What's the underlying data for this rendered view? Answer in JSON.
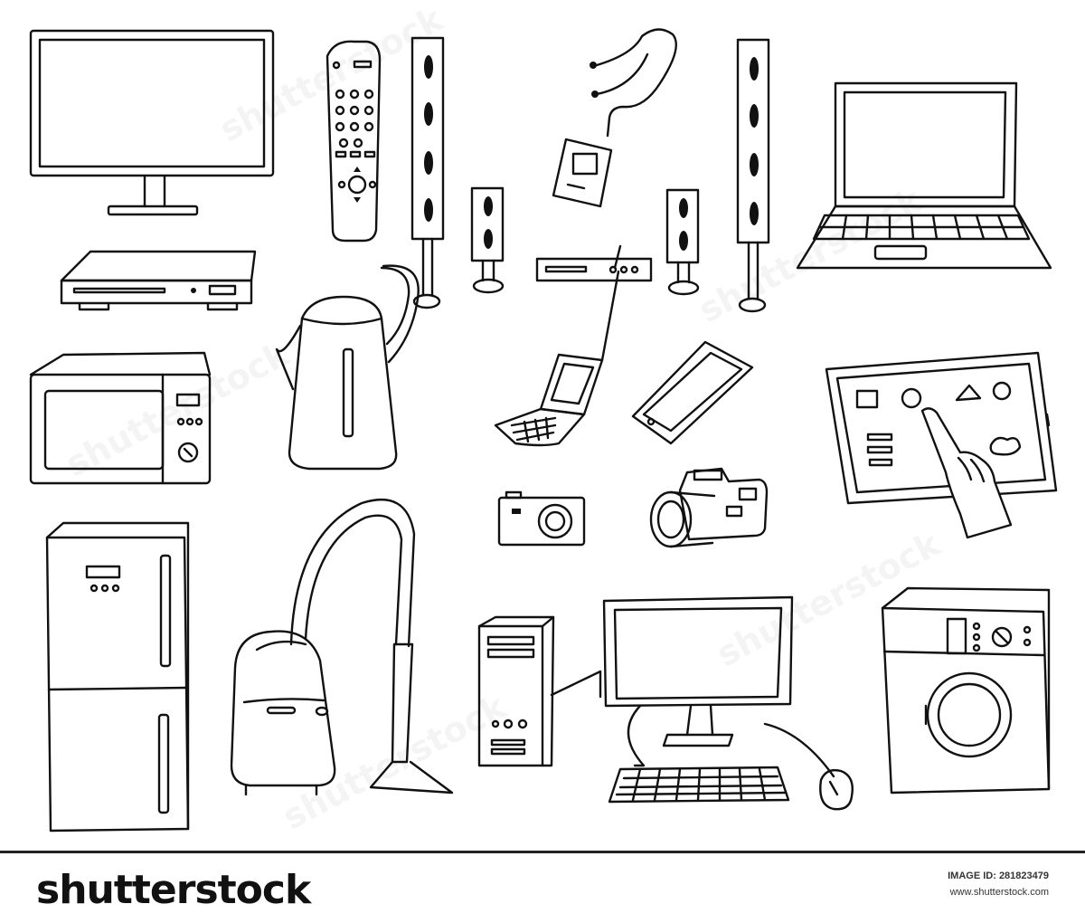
{
  "watermark": {
    "text": "shutterstock"
  },
  "footer": {
    "logo": "shutterstock",
    "image_id": "IMAGE ID: 281823479",
    "site": "www.shutterstock.com"
  },
  "colors": {
    "line": "#111111",
    "background": "#ffffff"
  },
  "items": [
    {
      "name": "flat-screen-tv"
    },
    {
      "name": "dvd-player"
    },
    {
      "name": "remote-control"
    },
    {
      "name": "tower-speakers"
    },
    {
      "name": "satellite-speakers"
    },
    {
      "name": "mp3-player-earphones"
    },
    {
      "name": "av-receiver"
    },
    {
      "name": "laptop"
    },
    {
      "name": "microwave-oven"
    },
    {
      "name": "electric-kettle"
    },
    {
      "name": "flip-phone"
    },
    {
      "name": "smartphone"
    },
    {
      "name": "touch-tablet"
    },
    {
      "name": "compact-camera"
    },
    {
      "name": "dslr-camera"
    },
    {
      "name": "refrigerator"
    },
    {
      "name": "vacuum-cleaner"
    },
    {
      "name": "desktop-computer"
    },
    {
      "name": "washing-machine"
    }
  ]
}
